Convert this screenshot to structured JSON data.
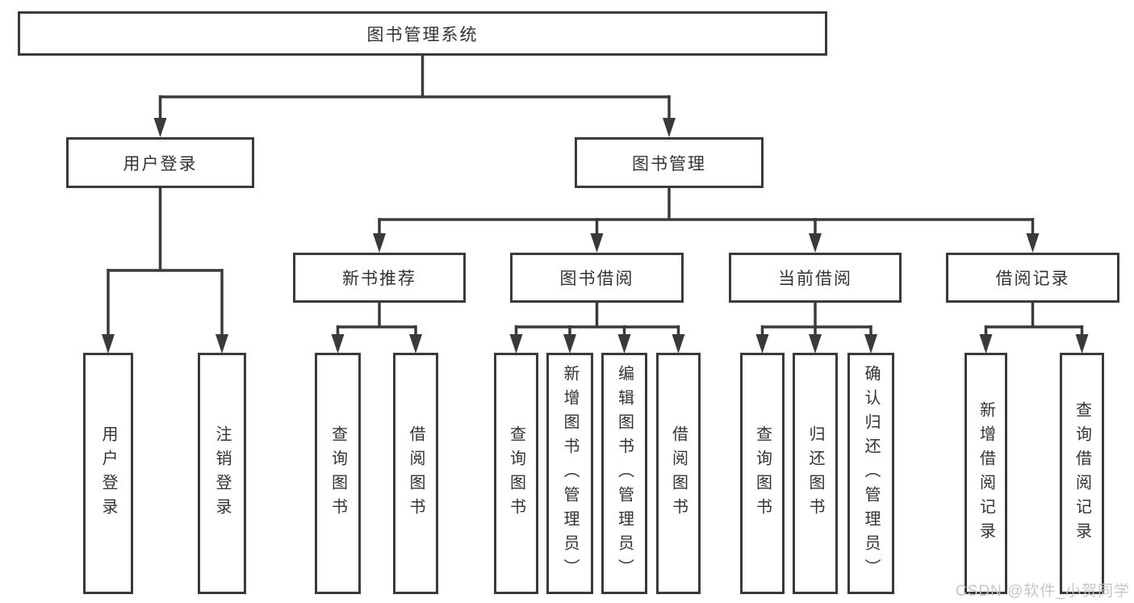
{
  "diagram": {
    "root": {
      "label": "图书管理系统"
    },
    "level2": [
      {
        "label": "用户登录"
      },
      {
        "label": "图书管理"
      }
    ],
    "level3": [
      {
        "label": "新书推荐"
      },
      {
        "label": "图书借阅"
      },
      {
        "label": "当前借阅"
      },
      {
        "label": "借阅记录"
      }
    ],
    "leaves": {
      "user_login": [
        "用户登录",
        "注销登录"
      ],
      "new_books": [
        "查询图书",
        "借阅图书"
      ],
      "book_borrowing": [
        "查询图书",
        "新增图书（管理员）",
        "编辑图书（管理员）",
        "借阅图书"
      ],
      "current_borrowing": [
        "查询图书",
        "归还图书",
        "确认归还（管理员）"
      ],
      "borrowing_records": [
        "新增借阅记录",
        "查询借阅记录"
      ]
    },
    "line_color": "#3a3a3a"
  },
  "watermark": {
    "text": "CSDN @软件_小贺同学"
  }
}
